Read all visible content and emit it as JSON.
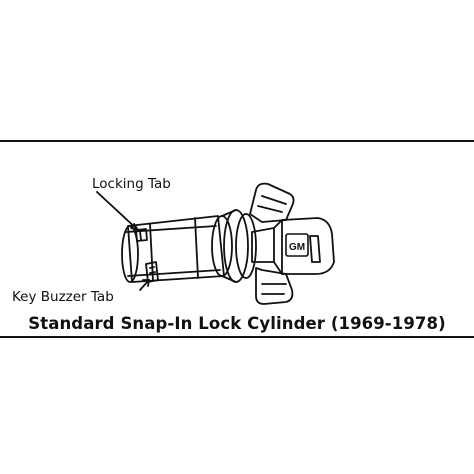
{
  "diagram": {
    "labels": {
      "locking_tab": "Locking Tab",
      "key_buzzer_tab": "Key Buzzer Tab"
    },
    "caption": "Standard Snap-In Lock Cylinder (1969-1978)",
    "key_logo_text": "GM"
  }
}
